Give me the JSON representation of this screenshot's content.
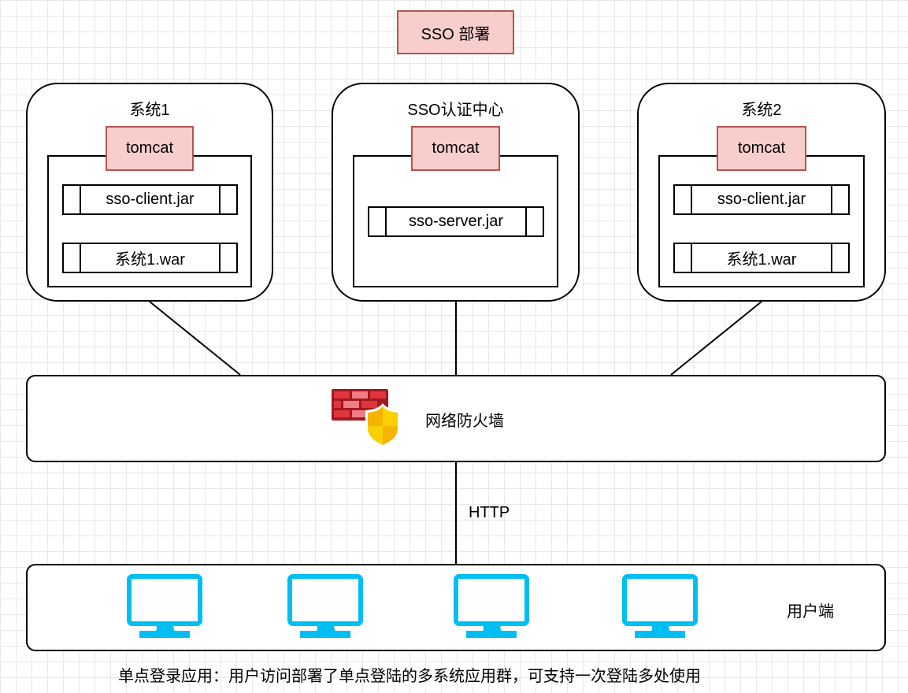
{
  "title": "SSO 部署",
  "systems": [
    {
      "label": "系统1",
      "container": "tomcat",
      "artifacts": [
        "sso-client.jar",
        "系统1.war"
      ]
    },
    {
      "label": "SSO认证中心",
      "container": "tomcat",
      "artifacts": [
        "sso-server.jar"
      ]
    },
    {
      "label": "系统2",
      "container": "tomcat",
      "artifacts": [
        "sso-client.jar",
        "系统1.war"
      ]
    }
  ],
  "firewall": {
    "label": "网络防火墙",
    "icon": "firewall-icon"
  },
  "connection": {
    "label": "HTTP"
  },
  "clients": {
    "label": "用户端",
    "count": 4,
    "icon": "monitor-icon"
  },
  "caption": "单点登录应用：用户访问部署了单点登陆的多系统应用群，可支持一次登陆多处使用",
  "colors": {
    "tomcat_fill": "#f8cecc",
    "tomcat_stroke": "#b85450",
    "monitor": "#00bef2",
    "firewall_red": "#c1272d",
    "shield_yellow": "#f7c500"
  }
}
